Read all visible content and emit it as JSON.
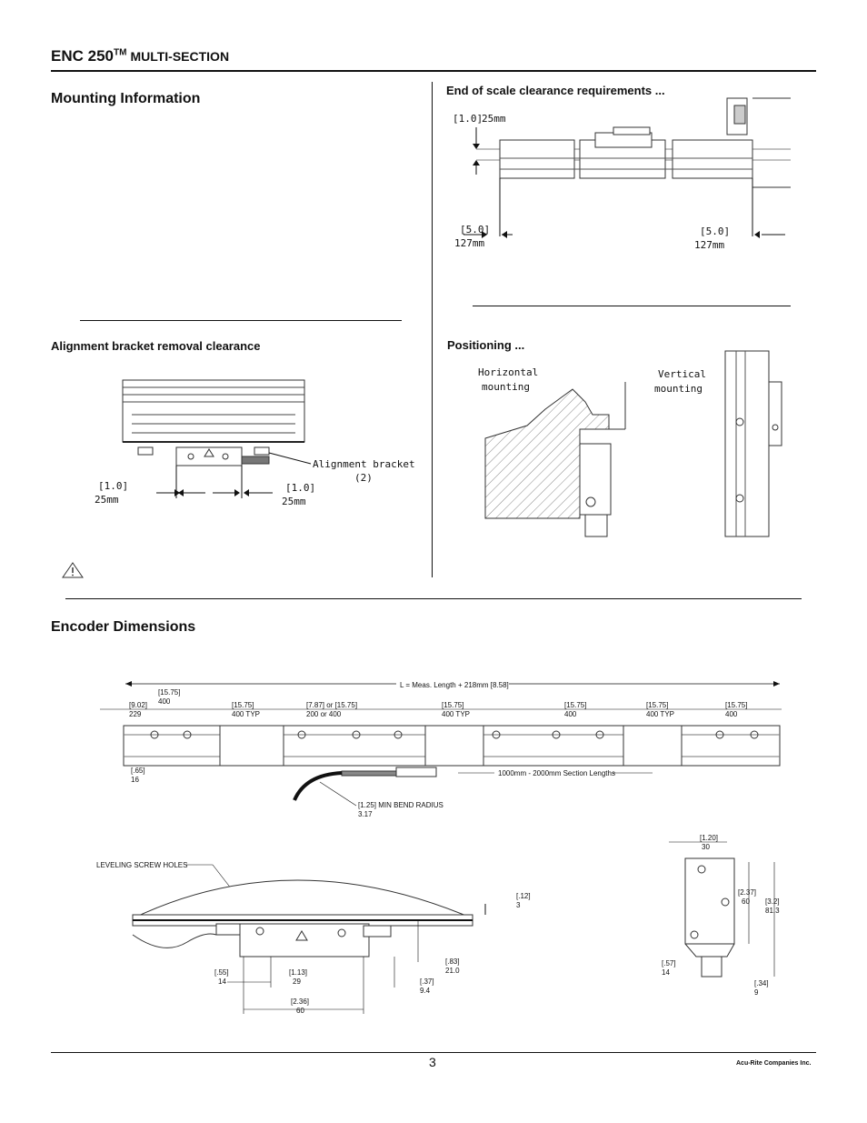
{
  "header": {
    "title": "ENC 250",
    "trademark": "TM",
    "subtitle": "MULTI-SECTION"
  },
  "sections": {
    "mounting": "Mounting Information",
    "end_clearance": "End of scale clearance requirements ...",
    "alignment": "Alignment bracket removal clearance",
    "positioning": "Positioning ...",
    "encoder_dims": "Encoder Dimensions"
  },
  "end_clearance_fig": {
    "top_in": "[1.0]",
    "top_mm": "25mm",
    "left_in": "[5.0]",
    "left_mm": "127mm",
    "right_in": "[5.0]",
    "right_mm": "127mm"
  },
  "alignment_fig": {
    "left_in": "[1.0]",
    "left_mm": "25mm",
    "right_in": "[1.0]",
    "right_mm": "25mm",
    "callout_1": "Alignment bracket",
    "callout_2": "(2)"
  },
  "positioning_fig": {
    "horizontal_1": "Horizontal",
    "horizontal_2": "mounting",
    "vertical_1": "Vertical",
    "vertical_2": "mounting"
  },
  "dims": {
    "overall": "L = Meas. Length + 218mm [8.58]",
    "d1": [
      "[9.02]",
      "229"
    ],
    "d2": [
      "[15.75]",
      "400"
    ],
    "d3": [
      "[15.75]",
      "400 TYP"
    ],
    "d4": [
      "[7.87] or [15.75]",
      "200 or 400"
    ],
    "d5": [
      "[15.75]",
      "400 TYP"
    ],
    "d6": [
      "[15.75]",
      "400"
    ],
    "d7": [
      "[15.75]",
      "400 TYP"
    ],
    "d8": [
      "[15.75]",
      "400"
    ],
    "d9": [
      "[.65]",
      "16"
    ],
    "section_len": "1000mm - 2000mm Section Lengths",
    "bend": [
      "[1.25] MIN BEND RADIUS",
      "3.17"
    ],
    "leveling": "LEVELING SCREW HOLES",
    "e1": [
      "[.12]",
      "3"
    ],
    "e2": [
      "[.83]",
      "21.0"
    ],
    "e3": [
      "[.37]",
      "9.4"
    ],
    "e4": [
      "[.55]",
      "14"
    ],
    "e5": [
      "[1.13]",
      "29"
    ],
    "e6": [
      "[2.36]",
      "60"
    ],
    "s1": [
      "[1.20]",
      "30"
    ],
    "s2": [
      "[2.37]",
      "60"
    ],
    "s3": [
      "[3.2]",
      "81.3"
    ],
    "s4": [
      "[.57]",
      "14"
    ],
    "s5": [
      "[.34]",
      "9"
    ]
  },
  "footer": {
    "page": "3",
    "company": "Acu-Rite Companies Inc."
  }
}
